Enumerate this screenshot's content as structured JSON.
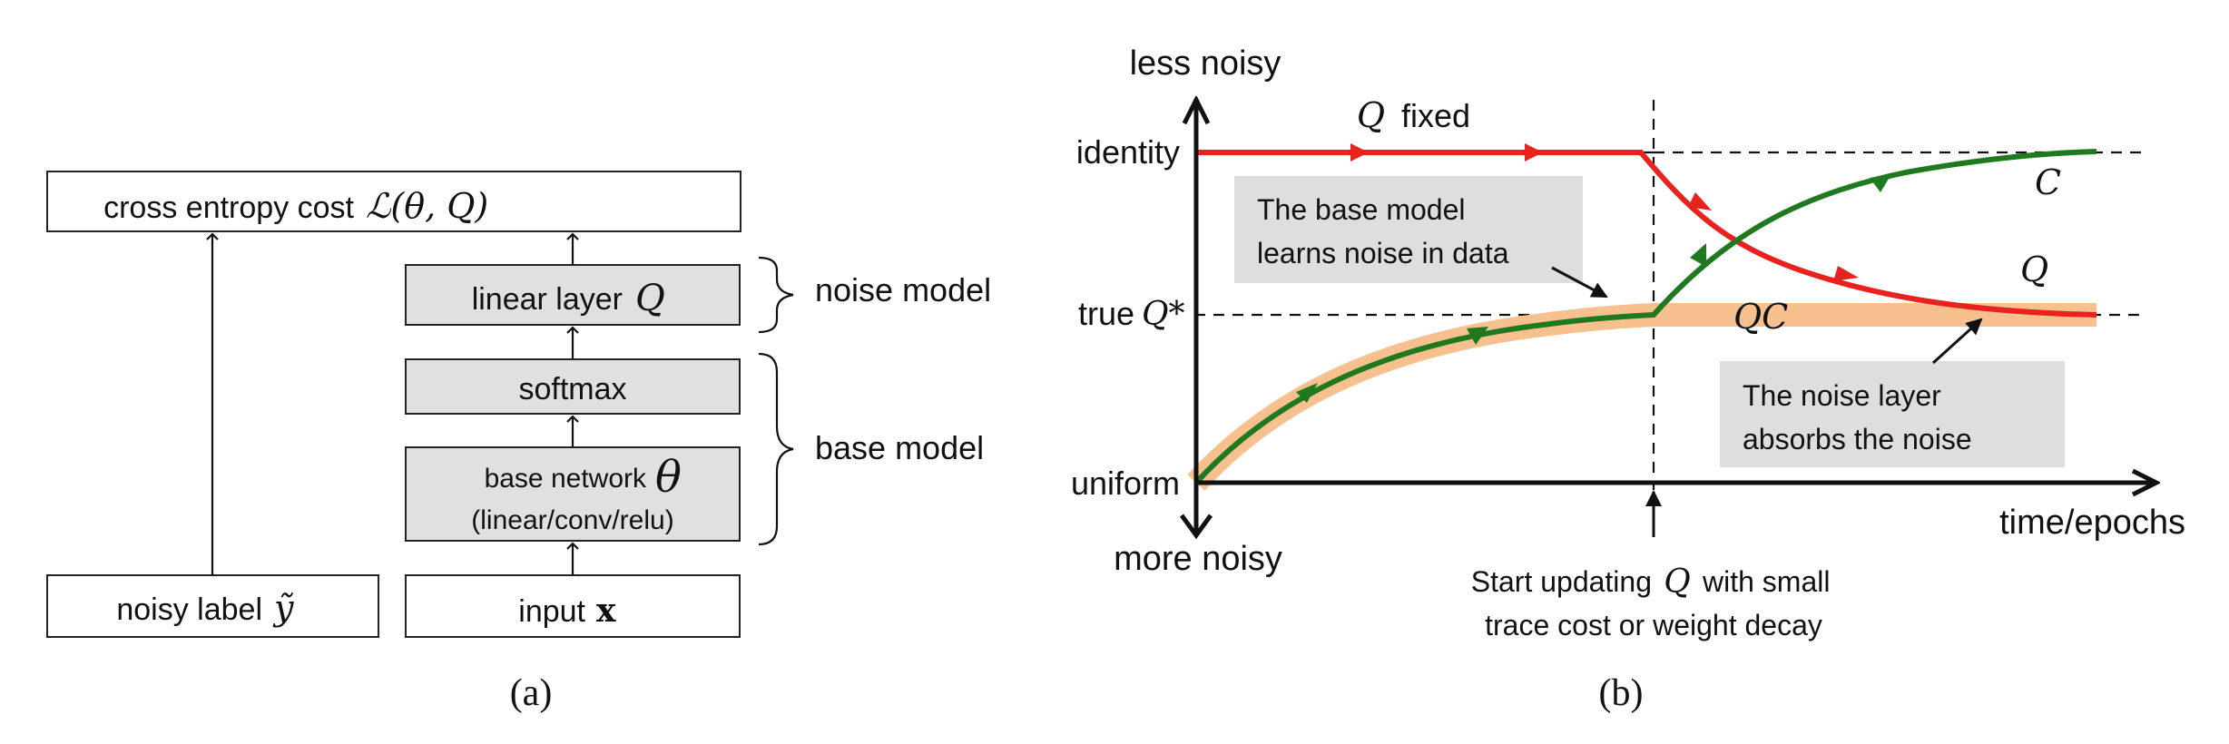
{
  "panel_a": {
    "caption": "(a)",
    "boxes": {
      "cost": {
        "text": "cross entropy cost",
        "math": "ℒ(θ, Q)"
      },
      "linear": {
        "text": "linear layer",
        "math": "Q"
      },
      "softmax": {
        "text": "softmax"
      },
      "base_network": {
        "text": "base network",
        "math": "θ",
        "line2": "(linear/conv/relu)"
      },
      "noisy_label": {
        "text": "noisy label",
        "math": "ỹ"
      },
      "input": {
        "text": "input",
        "math": "x"
      }
    },
    "braces": {
      "noise_model": "noise model",
      "base_model": "base model"
    }
  },
  "panel_b": {
    "caption": "(b)",
    "axis": {
      "y_top": "less noisy",
      "y_bottom": "more noisy",
      "x_label": "time/epochs",
      "ticks": {
        "identity": "identity",
        "true": "true",
        "true_math": "Q*",
        "uniform": "uniform"
      }
    },
    "labels": {
      "q_fixed_math": "Q",
      "q_fixed_text": "fixed",
      "c_curve": "C",
      "q_curve": "Q",
      "qc_curve": "QC"
    },
    "callouts": {
      "base_model_line1": "The base model",
      "base_model_line2": "learns noise in data",
      "noise_layer_line1": "The noise layer",
      "noise_layer_line2": "absorbs the noise"
    },
    "annotation": {
      "line1_a": "Start updating",
      "line1_math": "Q",
      "line1_b": "with small",
      "line2": "trace cost or weight decay"
    }
  },
  "colors": {
    "red_curve": "#e8221e",
    "green_curve": "#1f7a1f",
    "orange_band": "#f7c08f",
    "box_fill": "#e0e0e0",
    "callout_fill": "#dedede"
  }
}
